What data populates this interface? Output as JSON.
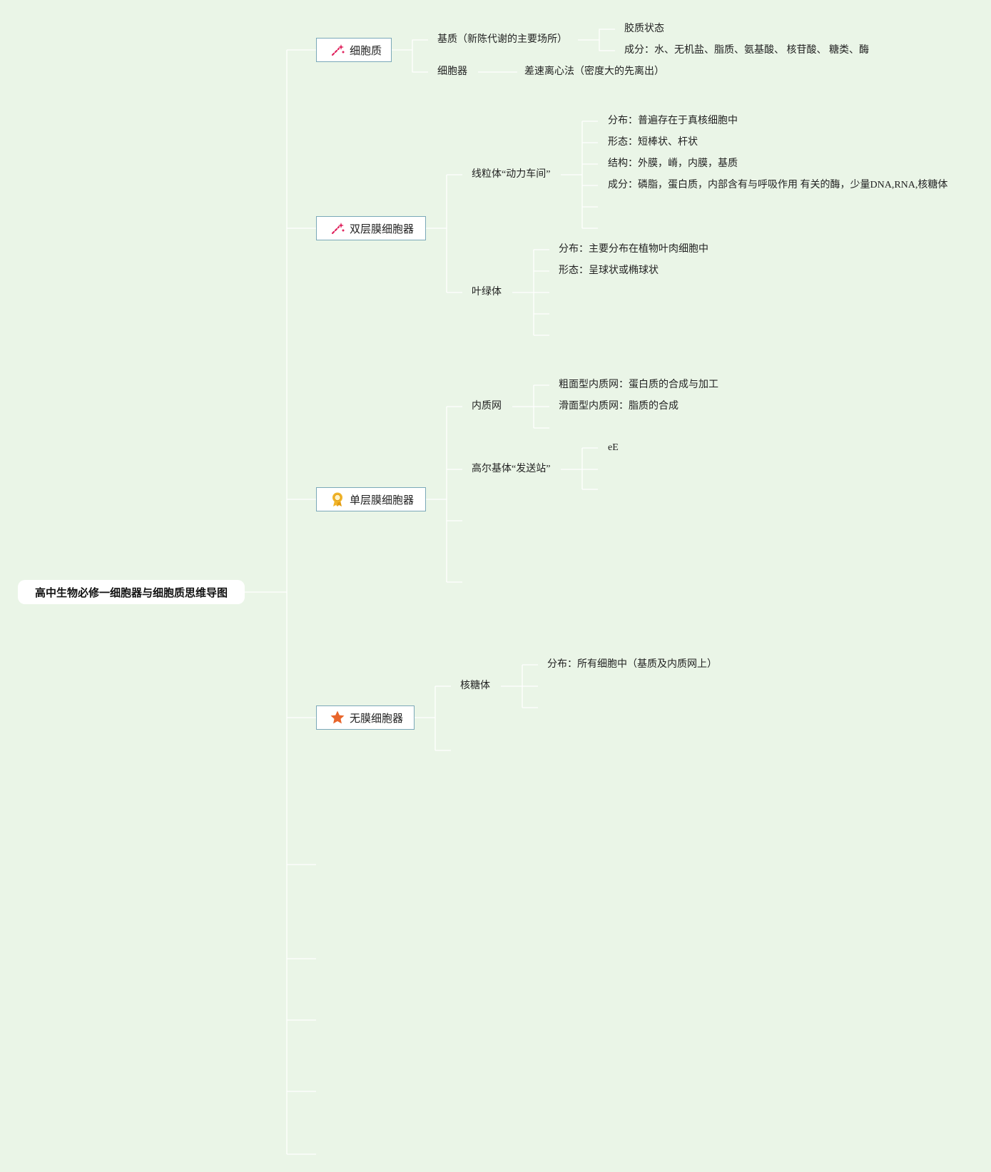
{
  "root": {
    "title": "高中生物必修一细胞器与细胞质思维导图"
  },
  "branches": [
    {
      "label": "细胞质",
      "icon": "sparkle-icon"
    },
    {
      "label": "双层膜细胞器",
      "icon": "sparkle-icon"
    },
    {
      "label": "单层膜细胞器",
      "icon": "award-ribbon-icon"
    },
    {
      "label": "无膜细胞器",
      "icon": "star-icon"
    }
  ],
  "cytoplasm": {
    "matrix": "基质（新陈代谢的主要场所）",
    "colloid": "胶质状态",
    "composition": "成分：水、无机盐、脂质、氨基酸、 核苷酸、 糖类、酶",
    "organelles": "细胞器",
    "centrifuge": "差速离心法（密度大的先离出）"
  },
  "double_membrane": {
    "mitochondria": "线粒体“动力车间”",
    "mito_items": [
      "分布：普遍存在于真核细胞中",
      "形态：短棒状、杆状",
      "结构：外膜，嵴，内膜，基质",
      "成分：磷脂，蛋白质，内部含有与呼吸作用 有关的酶，少量DNA,RNA,核糖体"
    ],
    "chloroplast": "叶绿体",
    "chloro_items": [
      "分布：主要分布在植物叶肉细胞中",
      "形态：呈球状或椭球状"
    ]
  },
  "single_membrane": {
    "er": "内质网",
    "er_items": [
      "粗面型内质网：蛋白质的合成与加工",
      "滑面型内质网：脂质的合成"
    ],
    "golgi": "高尔基体“发送站”",
    "golgi_items": [
      "eE"
    ]
  },
  "membraneless": {
    "ribosome": "核糖体",
    "ribosome_items": [
      "分布：所有细胞中（基质及内质网上）"
    ]
  },
  "colors": {
    "background": "#eaf5e7",
    "connector": "#ffffff",
    "node_border": "#7aa8b8",
    "sparkle": "#e0245e",
    "award": "#f0b429",
    "star": "#e8652b"
  }
}
